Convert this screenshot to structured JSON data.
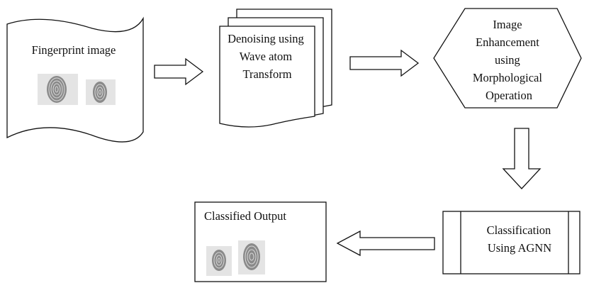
{
  "nodes": {
    "input": {
      "label": "Fingerprint image"
    },
    "denoise": {
      "lines": [
        "Denoising using",
        "Wave atom",
        "Transform"
      ]
    },
    "enhance": {
      "lines": [
        "Image",
        "Enhancement",
        "using",
        "Morphological",
        "Operation"
      ]
    },
    "classify": {
      "lines": [
        "Classification",
        "Using AGNN"
      ]
    },
    "output": {
      "label": "Classified Output"
    }
  },
  "icons": {
    "fingerprint": "fingerprint-icon",
    "arrow": "block-arrow-icon"
  },
  "colors": {
    "stroke": "#111111",
    "fingerprint_ink": "#555555",
    "fingerprint_bg": "#e4e4e4"
  }
}
